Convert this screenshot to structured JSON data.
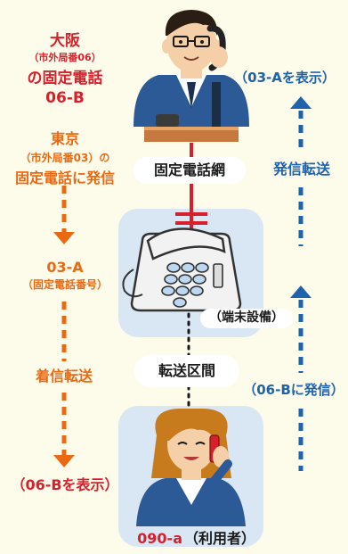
{
  "osaka": {
    "city": "大阪",
    "area_code": "（市外局番06）",
    "fixed_phone": "の固定電話",
    "number": "06-B"
  },
  "tokyo": {
    "city": "東京",
    "area_code_line": "（市外局番03）の",
    "call_text": "固定電話に発信"
  },
  "called_number": {
    "number": "03-A",
    "note": "（固定電話番号）"
  },
  "incoming_forward": "着信転送",
  "display_06b": "（06-Bを表示）",
  "display_03a": "（03-Aを表示）",
  "outgoing_forward": "発信転送",
  "call_06b": "（06-Bに発信）",
  "network_label": "固定電話網",
  "terminal_label": "（端末設備）",
  "transfer_section_label": "転送区間",
  "user": {
    "number": "090-a",
    "role": "（利用者）"
  },
  "colors": {
    "red": "#d8202c",
    "orange": "#ea6a14",
    "blue": "#1f63ad",
    "light_blue_box": "#d9e7f4",
    "background": "#fdfbea"
  },
  "icons": [
    "man-on-phone-illustration",
    "desk-telephone-illustration",
    "woman-on-mobile-illustration"
  ]
}
